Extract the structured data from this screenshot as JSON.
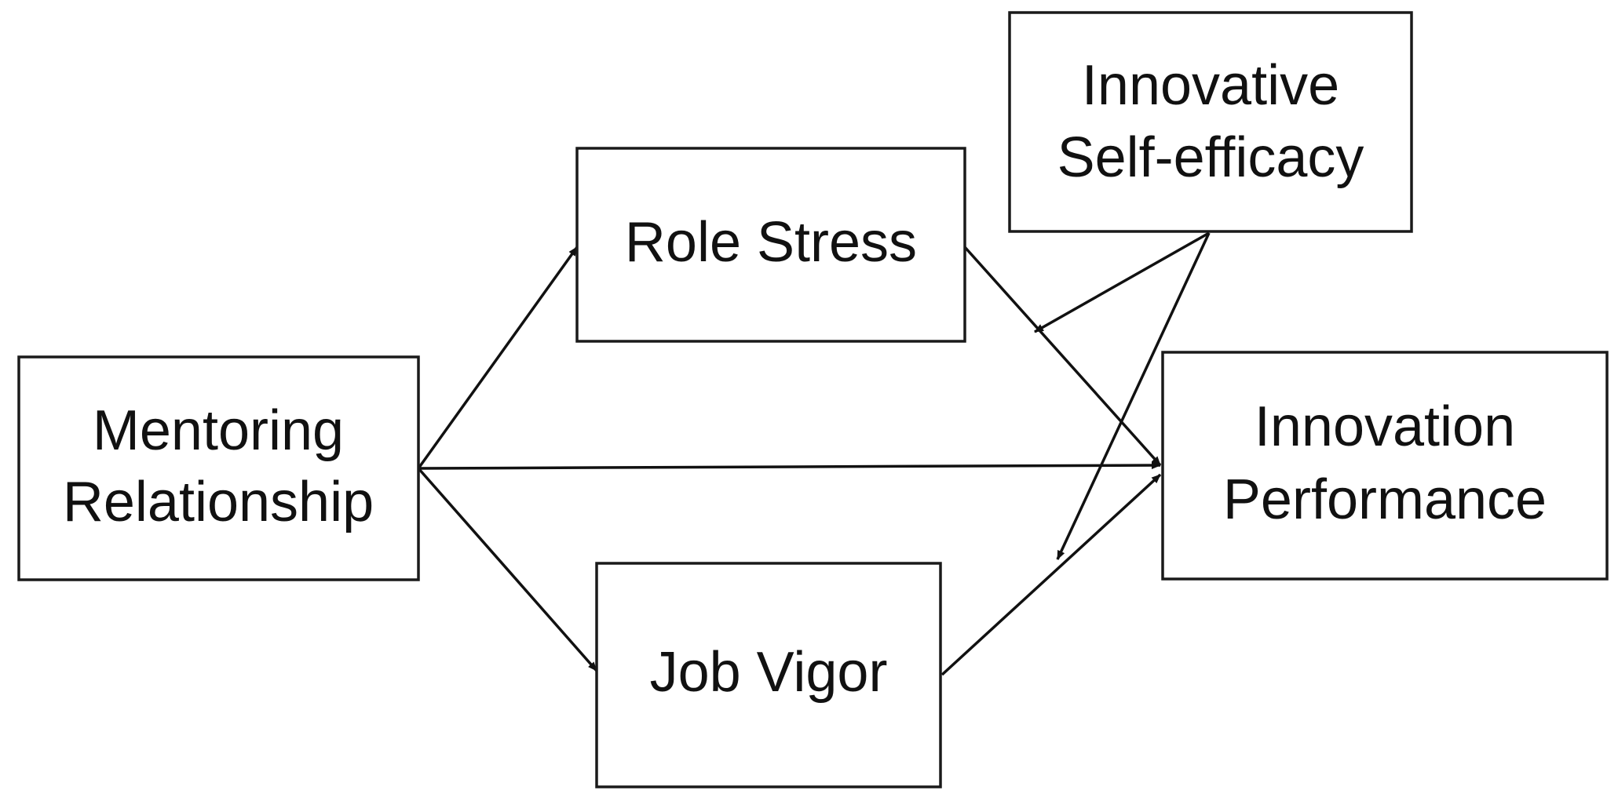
{
  "diagram": {
    "nodes": [
      {
        "id": "mentoring-relationship",
        "lines": [
          "Mentoring",
          "Relationship"
        ]
      },
      {
        "id": "role-stress",
        "lines": [
          "Role Stress"
        ]
      },
      {
        "id": "job-vigor",
        "lines": [
          "Job Vigor"
        ]
      },
      {
        "id": "innovative-self-efficacy",
        "lines": [
          "Innovative",
          "Self-efficacy"
        ]
      },
      {
        "id": "innovation-performance",
        "lines": [
          "Innovation",
          "Performance"
        ]
      }
    ],
    "edges": [
      {
        "from": "mentoring-relationship",
        "to": "role-stress"
      },
      {
        "from": "mentoring-relationship",
        "to": "job-vigor"
      },
      {
        "from": "mentoring-relationship",
        "to": "innovation-performance"
      },
      {
        "from": "role-stress",
        "to": "innovation-performance"
      },
      {
        "from": "job-vigor",
        "to": "innovation-performance"
      },
      {
        "from": "innovative-self-efficacy",
        "to": "path:role-stress->innovation-performance",
        "type": "moderation"
      },
      {
        "from": "innovative-self-efficacy",
        "to": "path:job-vigor->innovation-performance",
        "type": "moderation"
      }
    ]
  }
}
